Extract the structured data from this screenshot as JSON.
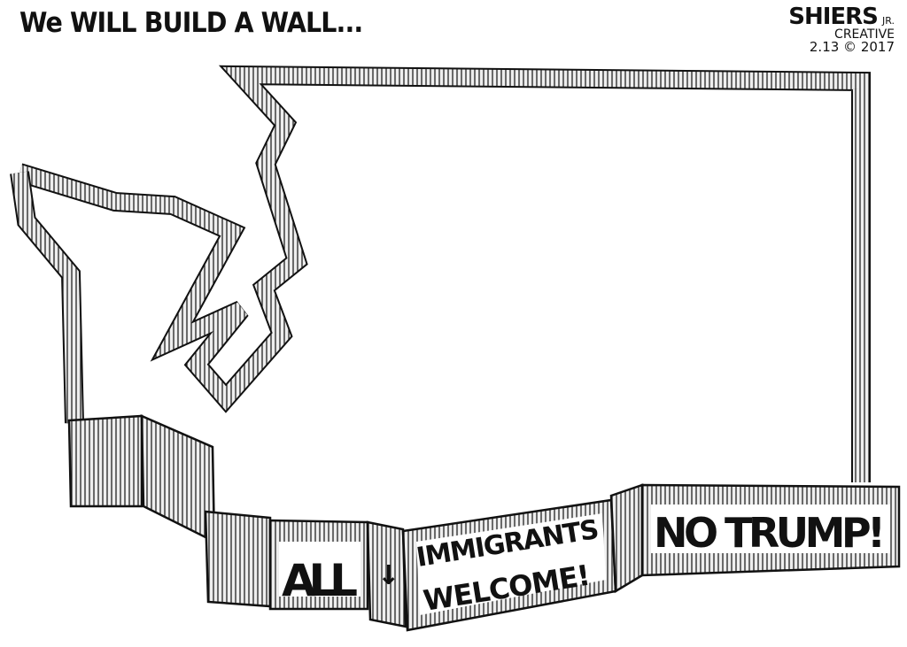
{
  "title": "We WILL BUILD A WALL...",
  "signature": {
    "name": "SHIERS",
    "suffix": "JR.",
    "studio": "CREATIVE",
    "date": "2.13 © 2017"
  },
  "wall_signs": {
    "all": "ALL",
    "arrow": "↓",
    "immigrants": "IMMIGRANTS",
    "welcome": "WELCOME!",
    "no_trump": "NO TRUMP!"
  }
}
